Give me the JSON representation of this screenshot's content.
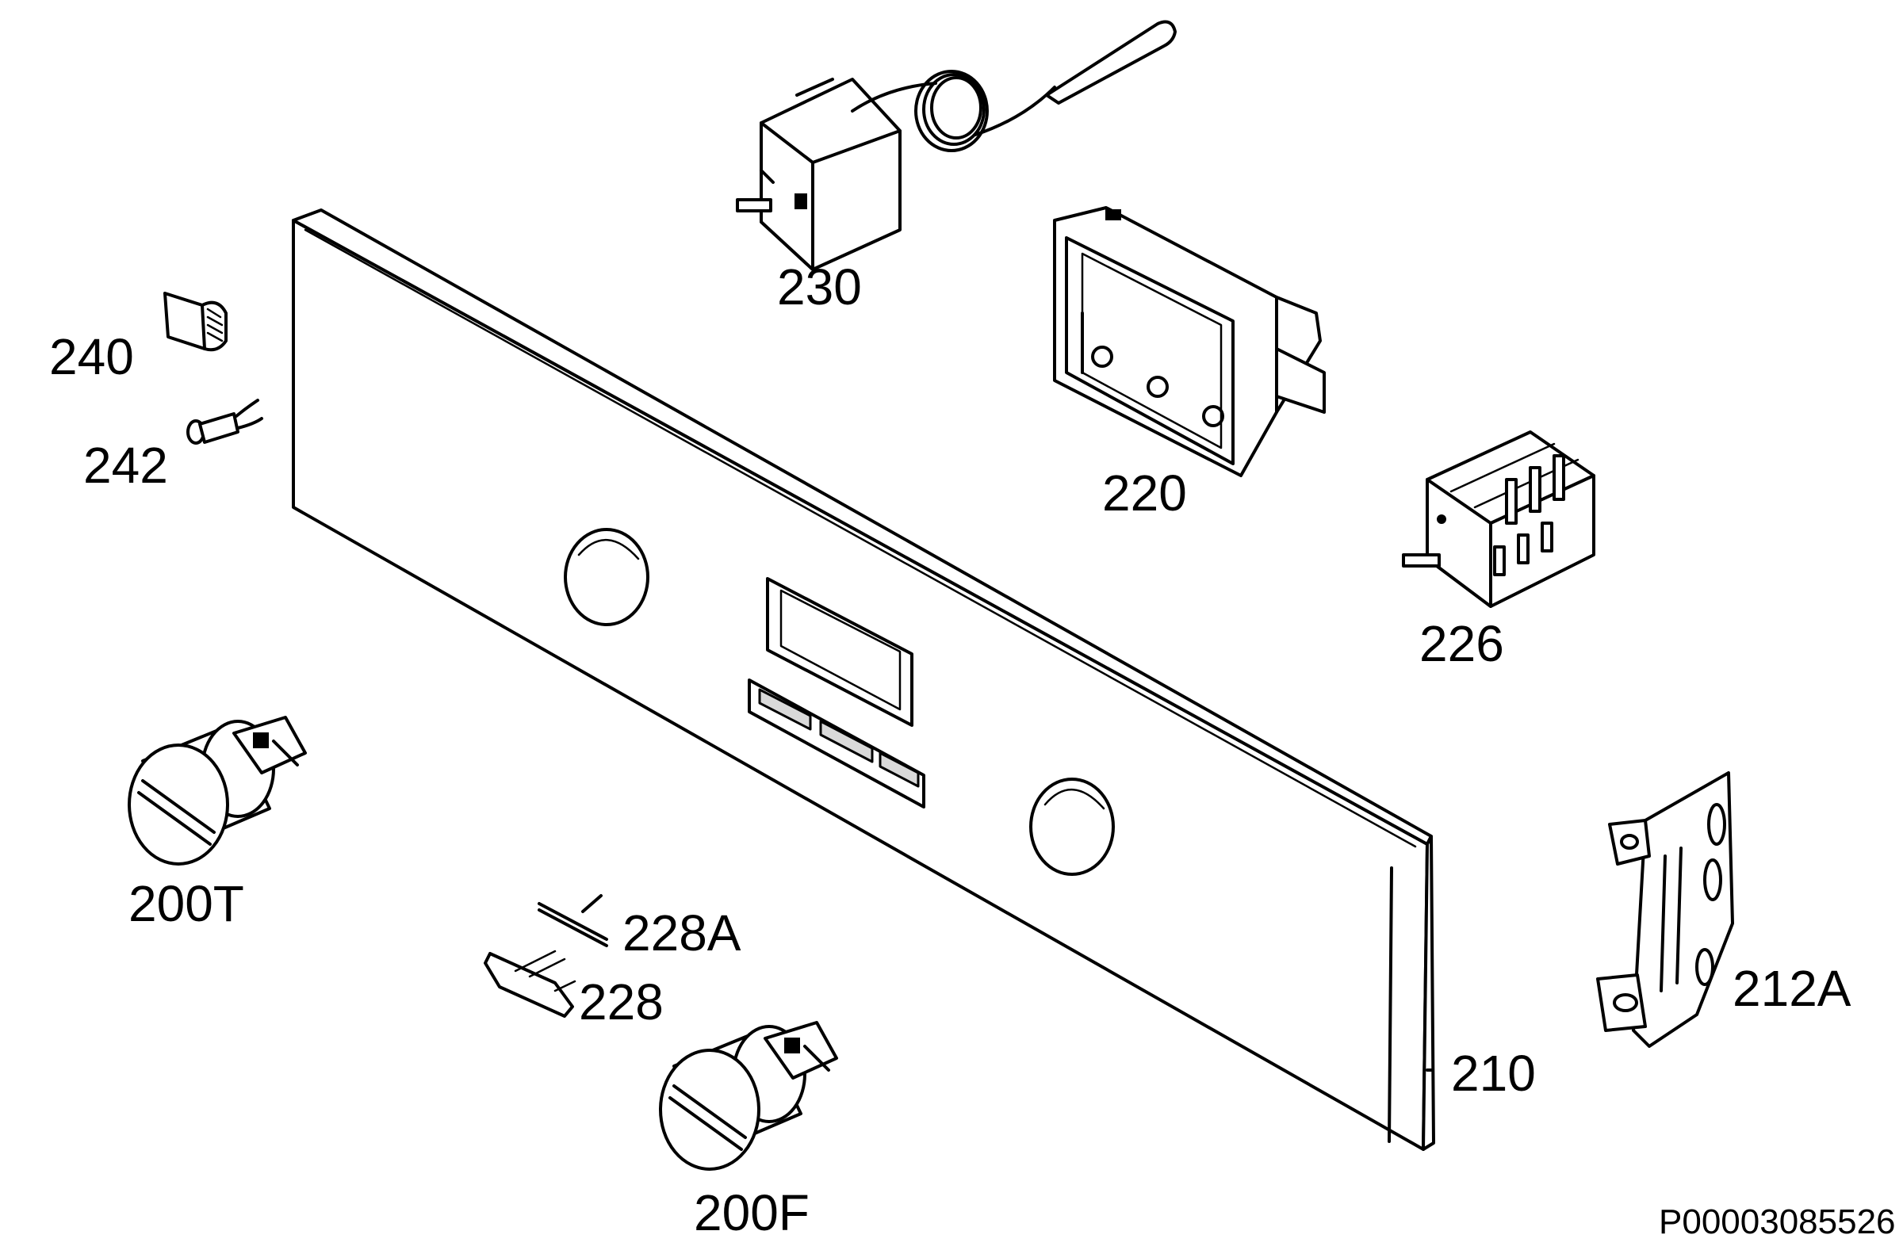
{
  "diagram": {
    "document_id": "P00003085526",
    "parts": [
      {
        "id": "230",
        "label": "230"
      },
      {
        "id": "220",
        "label": "220"
      },
      {
        "id": "226",
        "label": "226"
      },
      {
        "id": "240",
        "label": "240"
      },
      {
        "id": "242",
        "label": "242"
      },
      {
        "id": "200T",
        "label": "200T"
      },
      {
        "id": "228A",
        "label": "228A"
      },
      {
        "id": "228",
        "label": "228"
      },
      {
        "id": "200F",
        "label": "200F"
      },
      {
        "id": "210",
        "label": "210"
      },
      {
        "id": "212A",
        "label": "212A"
      }
    ]
  }
}
